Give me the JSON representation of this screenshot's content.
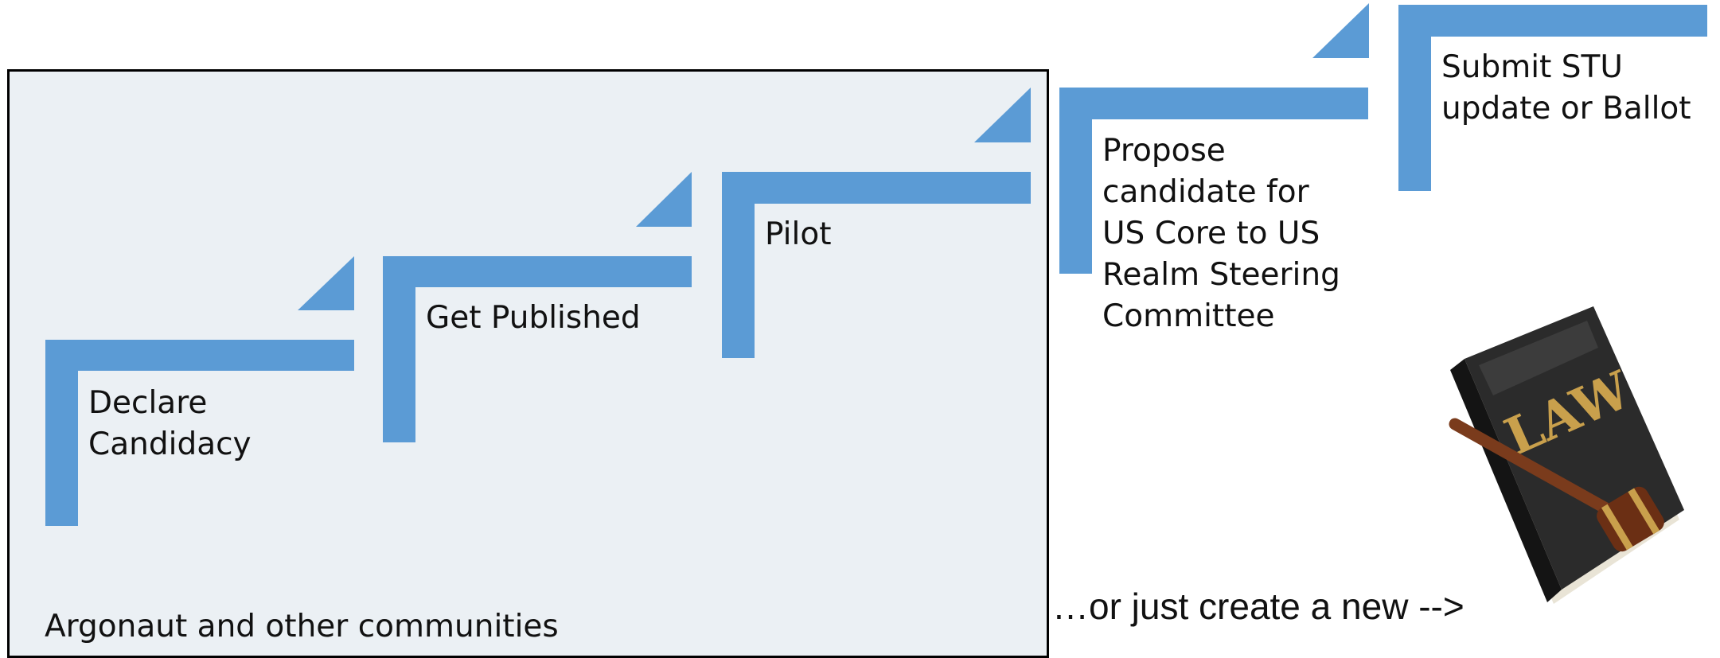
{
  "steps": [
    {
      "label": "Declare\nCandidacy"
    },
    {
      "label": "Get Published"
    },
    {
      "label": "Pilot"
    },
    {
      "label": "Propose\ncandidate for\nUS Core to US\nRealm Steering\nCommittee"
    },
    {
      "label": "Submit STU\nupdate or Ballot"
    }
  ],
  "community_box": {
    "label": "Argonaut and other communities"
  },
  "alternative": {
    "text": "…or just create a new -->"
  },
  "book": {
    "title": "LAW"
  },
  "colors": {
    "step_blue": "#5b9bd5",
    "box_fill": "#ebf0f4",
    "box_border": "#000000",
    "book_cover": "#2b2b2b",
    "book_lettering": "#c9a04c",
    "gavel_wood": "#7a3b1c"
  },
  "icons": {
    "book": "law-book-with-gavel-icon"
  }
}
